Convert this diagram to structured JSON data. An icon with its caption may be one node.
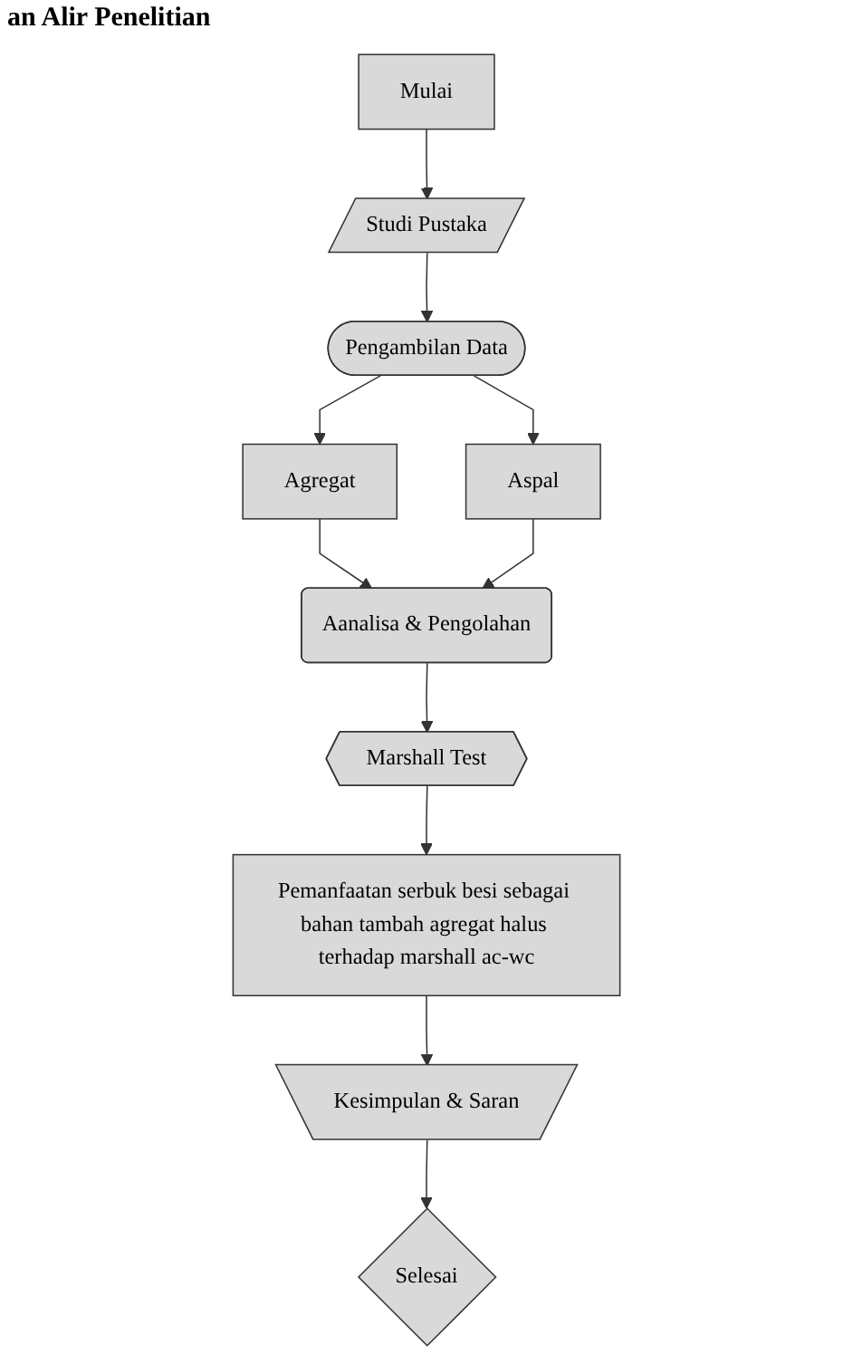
{
  "diagram": {
    "title": "an Alir Penelitian",
    "nodes": [
      {
        "text": [
          "Mulai"
        ]
      },
      {
        "text": [
          "Studi Pustaka"
        ]
      },
      {
        "text": [
          "Pengambilan Data"
        ]
      },
      {
        "text": [
          "Agregat"
        ]
      },
      {
        "text": [
          "Aspal"
        ]
      },
      {
        "text": [
          "Aanalisa & Pengolahan"
        ]
      },
      {
        "text": [
          "Marshall Test"
        ]
      },
      {
        "text": [
          "Pemanfaatan serbuk besi sebagai bahan tambah agregat halus terhadap marshall ac-wc"
        ]
      },
      {
        "text": [
          "Kesimpulan & Saran"
        ]
      },
      {
        "text": [
          "Selesai"
        ]
      }
    ],
    "edges": [
      {
        "from": 0,
        "to": 1,
        "arrow": "to"
      },
      {
        "from": 1,
        "to": 2,
        "arrow": "to"
      },
      {
        "from": 2,
        "to": 3,
        "arrow": "to"
      },
      {
        "from": 2,
        "to": 4,
        "arrow": "to"
      },
      {
        "from": 3,
        "to": 5,
        "arrow": "to"
      },
      {
        "from": 4,
        "to": 5,
        "arrow": "to"
      },
      {
        "from": 5,
        "to": 6,
        "arrow": "to"
      },
      {
        "from": 6,
        "to": 7,
        "arrow": "to"
      },
      {
        "from": 7,
        "to": 8,
        "arrow": "to"
      },
      {
        "from": 8,
        "to": 9,
        "arrow": "to"
      }
    ]
  }
}
